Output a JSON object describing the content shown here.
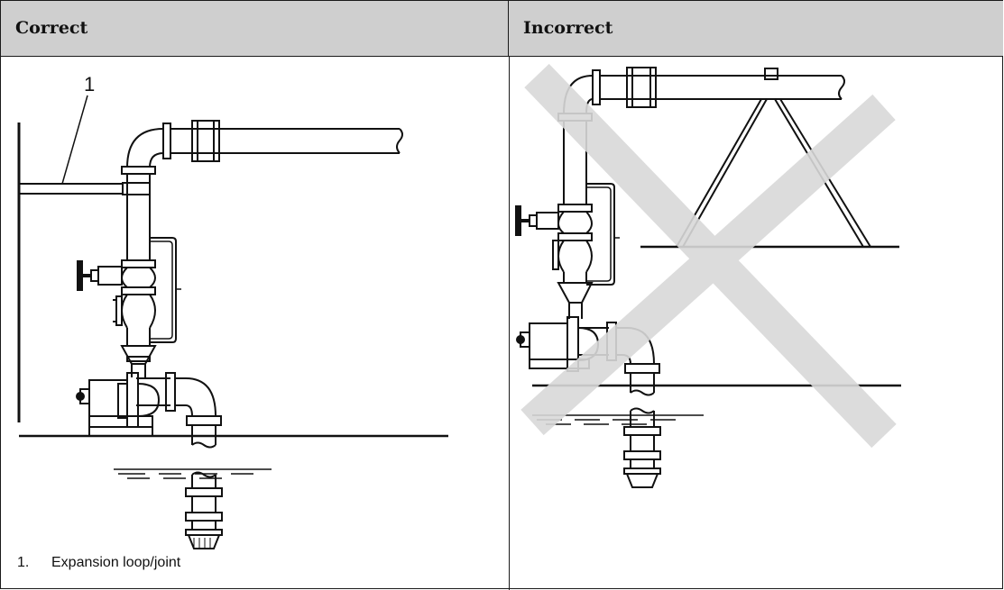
{
  "table": {
    "header_correct": "Correct",
    "header_incorrect": "Incorrect"
  },
  "figure_correct": {
    "callout_number": "1",
    "legend_number": "1.",
    "legend_text": "Expansion loop/joint"
  },
  "figure_incorrect": {
    "cross_color": "#d9d9d9"
  }
}
